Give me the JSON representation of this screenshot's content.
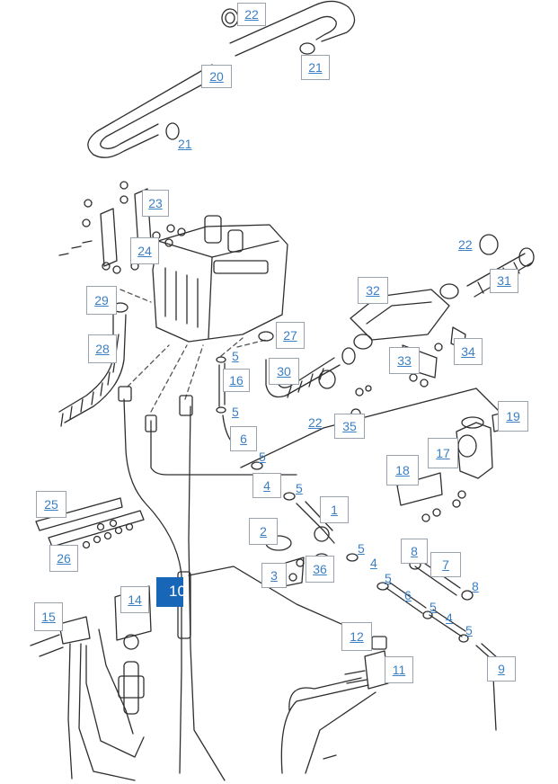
{
  "callouts": {
    "p22a": "22",
    "p20": "20",
    "p21a": "21",
    "p21b": "21",
    "p23": "23",
    "p24": "24",
    "p22b": "22",
    "p31": "31",
    "p32": "32",
    "p29": "29",
    "p28": "28",
    "p27": "27",
    "p30": "30",
    "p33": "33",
    "p34": "34",
    "p5a": "5",
    "p16": "16",
    "p5b": "5",
    "p6a": "6",
    "p22c": "22",
    "p35": "35",
    "p19": "19",
    "p5c": "5",
    "p17": "17",
    "p18": "18",
    "p4a": "4",
    "p5d": "5",
    "p1": "1",
    "p25": "25",
    "p26": "26",
    "p2": "2",
    "p5e": "5",
    "p8a": "8",
    "p7": "7",
    "p36": "36",
    "p3": "3",
    "p4b": "4",
    "p5f": "5",
    "p8b": "8",
    "p10": "10",
    "p14": "14",
    "p6b": "6",
    "p15": "15",
    "p5g": "5",
    "p4c": "4",
    "p5h": "5",
    "p12": "12",
    "p9": "9",
    "p11": "11"
  },
  "colors": {
    "label_text": "#3b7fc4",
    "label_border": "#9aa3ad",
    "line": "#333333",
    "selected_bg": "#1766b8"
  }
}
